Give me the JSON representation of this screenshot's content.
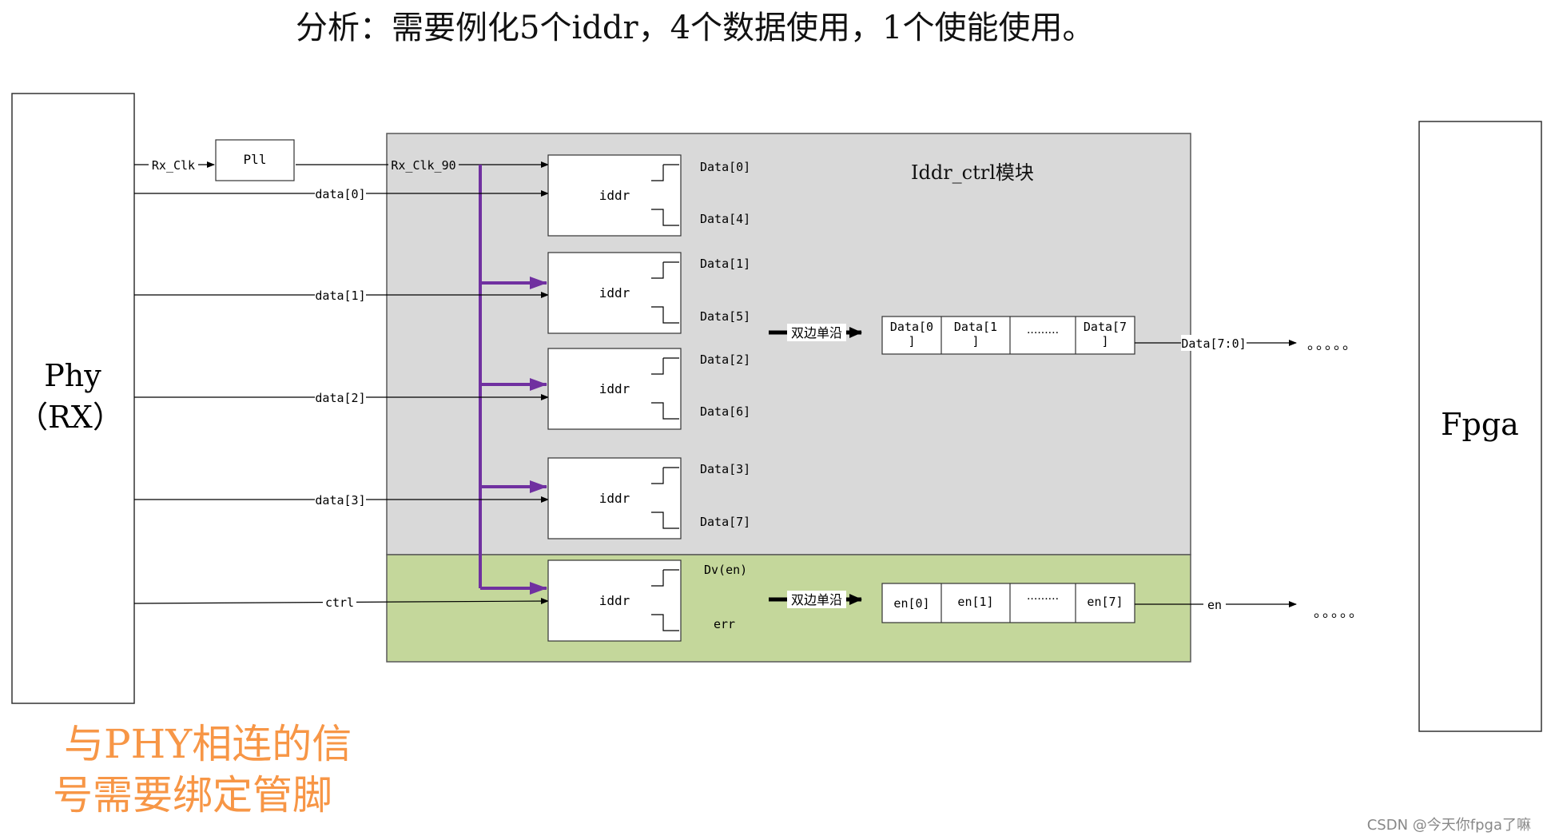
{
  "title": "分析：需要例化5个iddr，4个数据使用，1个使能使用。",
  "colors": {
    "data_region": "#d9d9d9",
    "ctrl_region": "#c4d79b",
    "clock_fanout": "#7030a0",
    "note_text": "#f79646",
    "wire": "#000000"
  },
  "phy": {
    "line1": "Phy",
    "line2": "（RX）"
  },
  "fpga": {
    "label": "Fpga"
  },
  "pll": {
    "label": "Pll"
  },
  "clock": {
    "rx_clk": "Rx_Clk",
    "rx_clk_90": "Rx_Clk_90"
  },
  "inputs": [
    "data[0]",
    "data[1]",
    "data[2]",
    "data[3]",
    "ctrl"
  ],
  "module_title": "Iddr_ctrl模块",
  "iddr_blocks": [
    {
      "label": "iddr",
      "out_top": "Data[0]",
      "out_bottom": "Data[4]"
    },
    {
      "label": "iddr",
      "out_top": "Data[1]",
      "out_bottom": "Data[5]"
    },
    {
      "label": "iddr",
      "out_top": "Data[2]",
      "out_bottom": "Data[6]"
    },
    {
      "label": "iddr",
      "out_top": "Data[3]",
      "out_bottom": "Data[7]"
    },
    {
      "label": "iddr",
      "out_top": "Dv(en)",
      "out_bottom": "err"
    }
  ],
  "conversion_label": "双边单沿",
  "data_register": {
    "cells": [
      "Data[0\n]",
      "Data[1\n]",
      "·········",
      "Data[7\n]"
    ],
    "output": "Data[7:0]"
  },
  "en_register": {
    "cells": [
      "en[0]",
      "en[1]",
      "·········",
      "en[7]"
    ],
    "output": "en"
  },
  "ellipsis": "。。。。。",
  "note": {
    "line1": "与PHY相连的信",
    "line2": "号需要绑定管脚"
  },
  "watermark": "CSDN @今天你fpga了嘛"
}
